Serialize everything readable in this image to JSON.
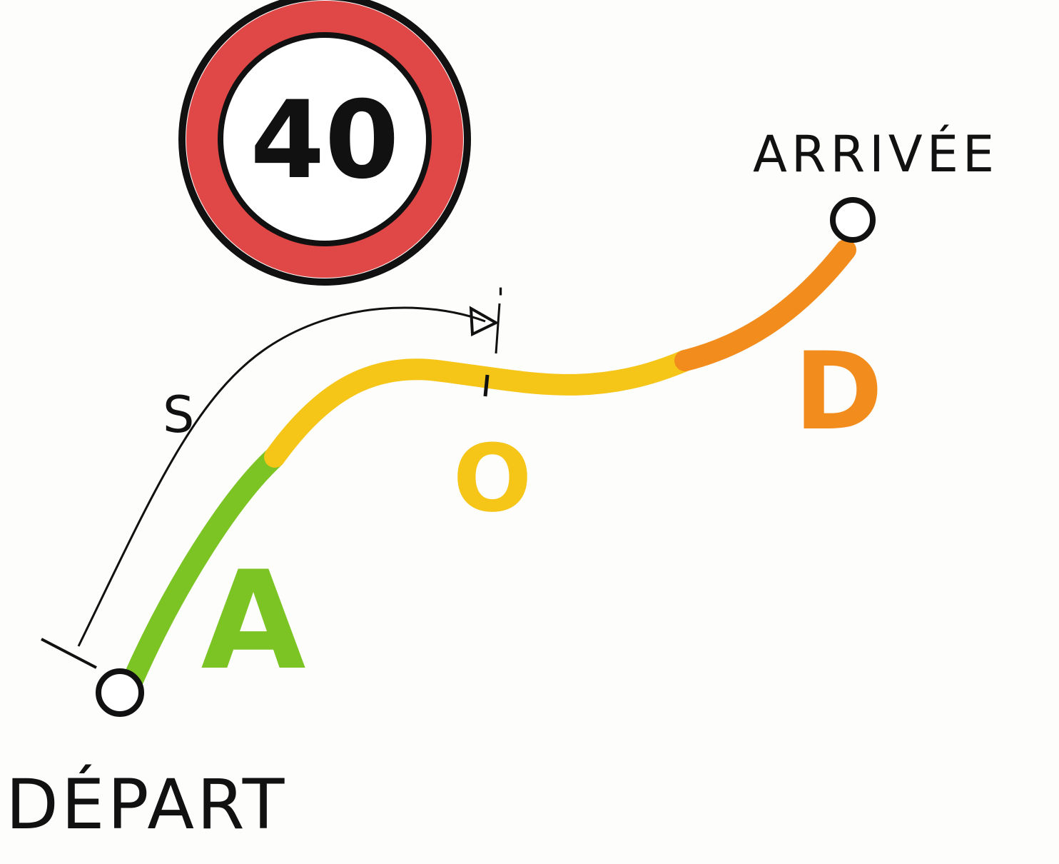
{
  "speed_sign": {
    "value": "40",
    "ring_color": "#e04848",
    "border_color": "#111111"
  },
  "labels": {
    "start": "DÉPART",
    "end": "ARRIVÉE",
    "distance": "S",
    "tick": "'"
  },
  "segments": [
    {
      "letter": "A",
      "color": "#7cc424"
    },
    {
      "letter": "O",
      "color": "#f5c518"
    },
    {
      "letter": "D",
      "color": "#f28c1c"
    }
  ]
}
